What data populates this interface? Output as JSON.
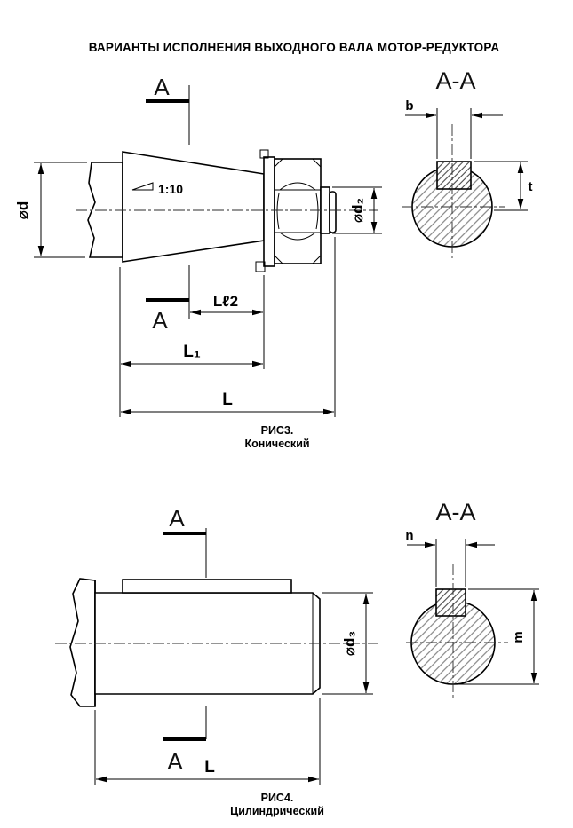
{
  "title": "ВАРИАНТЫ ИСПОЛНЕНИЯ ВЫХОДНОГО ВАЛА МОТОР-РЕДУКТОРА",
  "fig3": {
    "section_marks": {
      "top": "A",
      "bottom": "A"
    },
    "taper_label": "1:10",
    "dims": {
      "d": "⌀d",
      "d2": "⌀d₂",
      "lt2": "Lℓ2",
      "l1": "L₁",
      "l": "L"
    },
    "caption_line1": "РИС3.",
    "caption_line2": "Конический",
    "section": {
      "title": "A-A",
      "b": "b",
      "t": "t"
    }
  },
  "fig4": {
    "section_marks": {
      "top": "A",
      "bottom": "A"
    },
    "dims": {
      "d3": "⌀d₃",
      "l": "L"
    },
    "caption_line1": "РИС4.",
    "caption_line2": "Цилиндрический",
    "section": {
      "title": "A-A",
      "n": "n",
      "m": "m"
    }
  }
}
